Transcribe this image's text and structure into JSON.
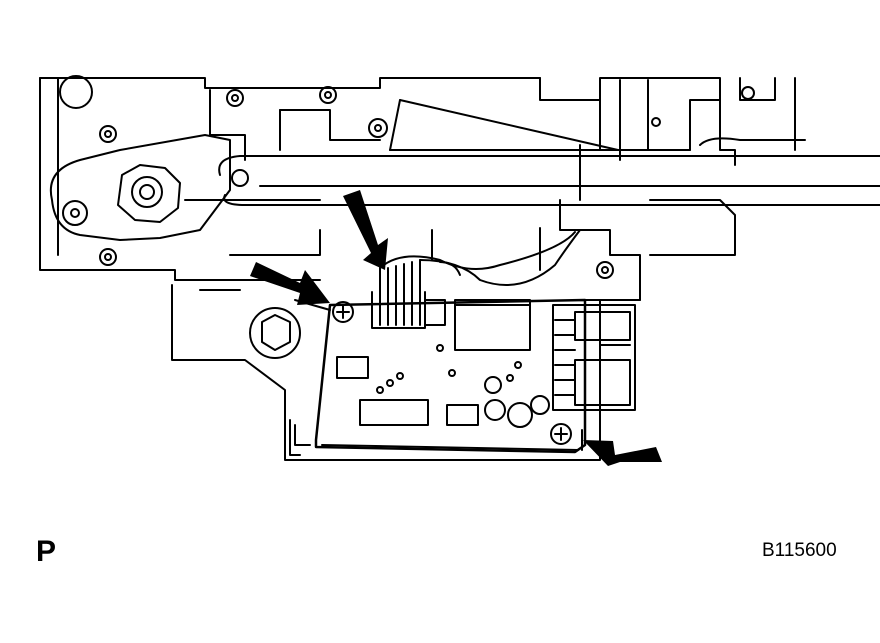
{
  "figure": {
    "view_label": "P",
    "figure_code": "B115600"
  },
  "colors": {
    "ink": "#000000",
    "paper": "#ffffff"
  },
  "arrows": [
    {
      "name": "arrow-connector",
      "points_to": "connector"
    },
    {
      "name": "arrow-left-screw",
      "points_to": "screw"
    },
    {
      "name": "arrow-right-screw",
      "points_to": "screw"
    }
  ]
}
